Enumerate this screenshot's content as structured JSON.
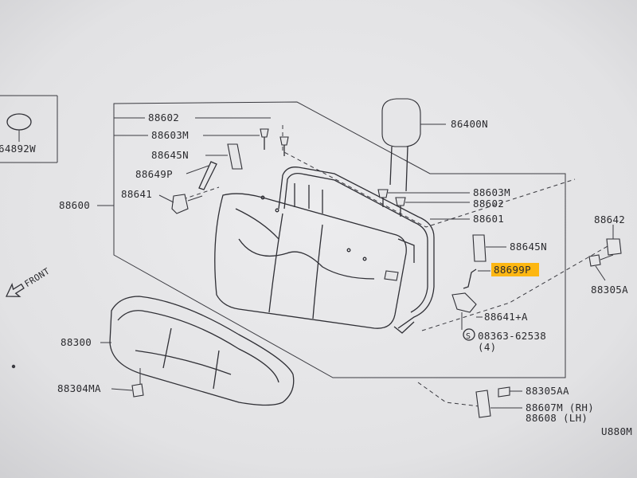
{
  "diagram": {
    "ref_top_left": "64892W",
    "ref_bottom_right": "U880M",
    "front_label": "FRONT",
    "highlight_color": "#ffb300",
    "parts": {
      "p88602_top": "88602",
      "p88603M_top": "88603M",
      "p88645N_top": "88645N",
      "p88649P": "88649P",
      "p88641": "88641",
      "p88600": "88600",
      "p86400N": "86400N",
      "p88603M_right": "88603M",
      "p88602_right": "88602",
      "p88601": "88601",
      "p88645N_right": "88645N",
      "p88699P": "88699P",
      "p88641A": "88641+A",
      "p08363": "08363-62538",
      "p08363_qty": "(4)",
      "p88642": "88642",
      "p88305A": "88305A",
      "p88300": "88300",
      "p88304MA": "88304MA",
      "p88305AA": "88305AA",
      "p88607M": "88607M (RH)",
      "p88608": "88608  (LH)",
      "screw_symbol": "S"
    }
  }
}
